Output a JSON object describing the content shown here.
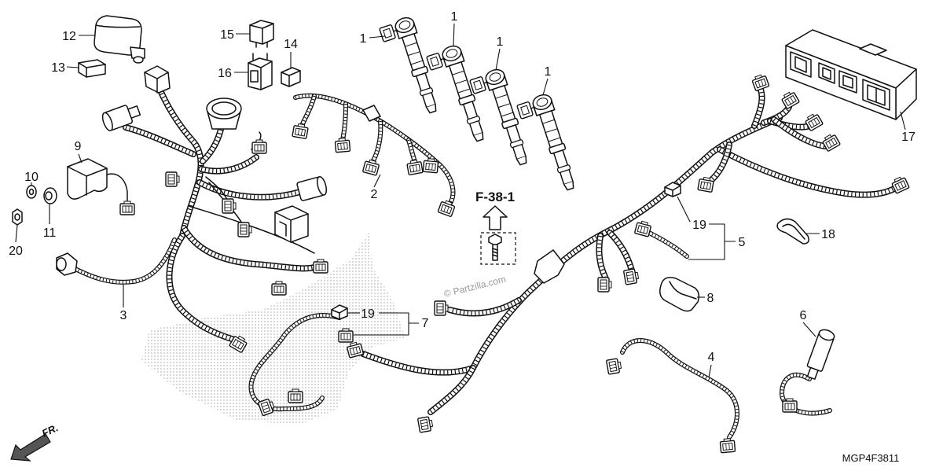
{
  "diagram": {
    "reference": "F-38-1",
    "code": "MGP4F3811",
    "direction": "FR.",
    "watermark": "© Partzilla.com"
  },
  "callouts": [
    "12",
    "13",
    "15",
    "14",
    "16",
    "1",
    "1",
    "1",
    "1",
    "9",
    "10",
    "11",
    "20",
    "3",
    "2",
    "19",
    "5",
    "18",
    "17",
    "8",
    "19",
    "7",
    "4",
    "6"
  ],
  "colors": {
    "line": "#111111",
    "stipple": "#8a8a8a",
    "background": "#ffffff"
  }
}
